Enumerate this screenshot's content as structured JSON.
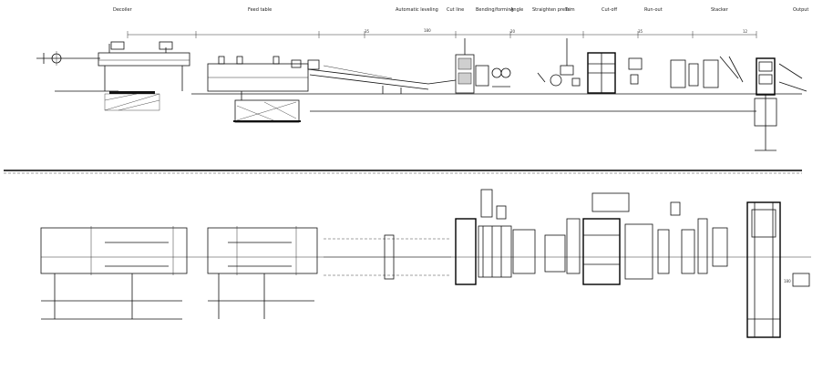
{
  "header_labels": [
    {
      "id": "h1",
      "text": "Decoiler"
    },
    {
      "id": "h2",
      "text": "Feed table"
    },
    {
      "id": "h3",
      "text": "Automatic leveling"
    },
    {
      "id": "h4",
      "text": "Cut line"
    },
    {
      "id": "h5",
      "text": "Bending/forming"
    },
    {
      "id": "h6",
      "text": "Angle"
    },
    {
      "id": "h7",
      "text": "Straighten press"
    },
    {
      "id": "h8",
      "text": "Trim"
    },
    {
      "id": "h9",
      "text": "Cut-off"
    },
    {
      "id": "h10",
      "text": "Run-out"
    },
    {
      "id": "h11",
      "text": "Stacker"
    },
    {
      "id": "h12",
      "text": "Output"
    }
  ],
  "dimensions": {
    "overall_top": "180",
    "overall_plan": "180",
    "seg_1": "35",
    "seg_2": "20",
    "seg_3": "35",
    "seg_4": "12"
  },
  "colors": {
    "line": "#111111",
    "background": "#ffffff"
  },
  "views": {
    "elevation_name": "elevation-view",
    "plan_name": "plan-view"
  }
}
